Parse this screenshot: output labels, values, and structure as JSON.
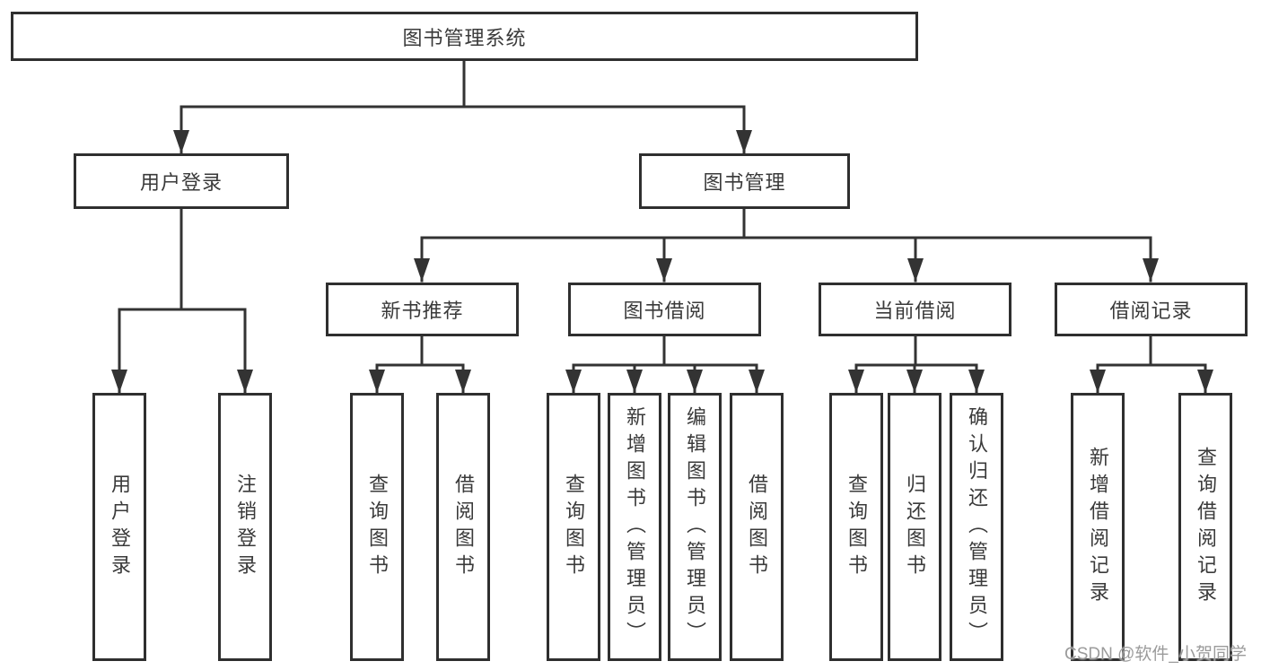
{
  "nodes": {
    "root": {
      "label": "图书管理系统"
    },
    "level2": [
      {
        "label": "用户登录"
      },
      {
        "label": "图书管理"
      }
    ],
    "level3": [
      {
        "label": "新书推荐"
      },
      {
        "label": "图书借阅"
      },
      {
        "label": "当前借阅"
      },
      {
        "label": "借阅记录"
      }
    ],
    "leaves": {
      "user_login": [
        "用户登录",
        "注销登录"
      ],
      "new_book": [
        "查询图书",
        "借阅图书"
      ],
      "book_borrow": [
        "查询图书",
        "新增图书（管理员）",
        "编辑图书（管理员）",
        "借阅图书"
      ],
      "current_borrow": [
        "查询图书",
        "归还图书",
        "确认归还（管理员）"
      ],
      "borrow_record": [
        "新增借阅记录",
        "查询借阅记录"
      ]
    }
  },
  "watermark": "CSDN @软件_小贺同学",
  "colors": {
    "line": "#333333",
    "box_border": "#2f2f2f",
    "text": "#3a3a3a",
    "watermark": "#9b9b9b",
    "background": "#ffffff"
  }
}
